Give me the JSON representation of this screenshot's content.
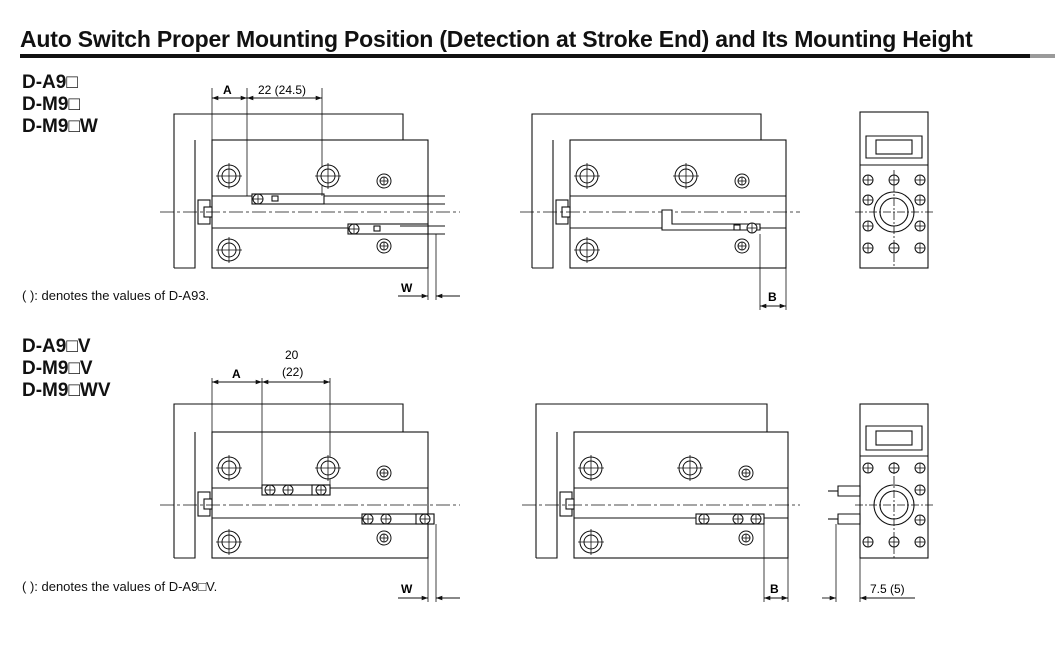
{
  "header": {
    "title": "Auto Switch Proper Mounting Position (Detection at Stroke End) and Its Mounting Height"
  },
  "section_top": {
    "models": [
      "D-A9□",
      "D-M9□",
      "D-M9□W"
    ],
    "note": "(   ): denotes the values of D-A93.",
    "dim_a": "A",
    "dim_length": "22 (24.5)",
    "dim_w": "W",
    "dim_b": "B"
  },
  "section_bottom": {
    "models": [
      "D-A9□V",
      "D-M9□V",
      "D-M9□WV"
    ],
    "note": "(   ): denotes the values of D-A9□V.",
    "dim_a": "A",
    "dim_length_main": "20",
    "dim_length_alt": "(22)",
    "dim_w": "W",
    "dim_b": "B",
    "dim_height": "7.5 (5)"
  }
}
